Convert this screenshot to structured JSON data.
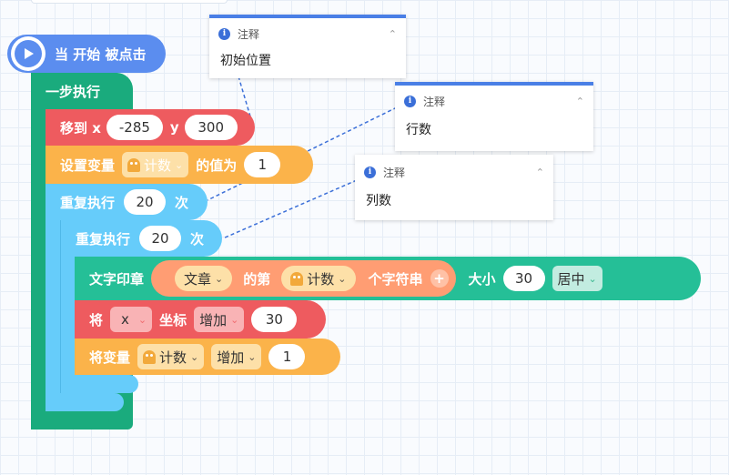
{
  "hat": {
    "label": "当 开始 被点击"
  },
  "step": {
    "label": "一步执行"
  },
  "moveto": {
    "label": "移到 x",
    "x_value": "-285",
    "y_label": "y",
    "y_value": "300"
  },
  "setvar": {
    "label": "设置变量",
    "var_name": "计数",
    "suffix": "的值为",
    "value": "1"
  },
  "repeat1": {
    "label": "重复执行",
    "count": "20",
    "suffix": "次"
  },
  "repeat2": {
    "label": "重复执行",
    "count": "20",
    "suffix": "次"
  },
  "stamp": {
    "label": "文字印章",
    "text_var": "文章",
    "of_label": "的第",
    "index_var": "计数",
    "char_label": "个字符串",
    "plus": "+",
    "size_label": "大小",
    "size_value": "30",
    "align_value": "居中"
  },
  "coord": {
    "label": "将",
    "axis": "x",
    "coord_label": "坐标",
    "op": "增加",
    "value": "30"
  },
  "changevar": {
    "label": "将变量",
    "var_name": "计数",
    "op": "增加",
    "value": "1"
  },
  "notes": [
    {
      "title": "注释",
      "text": "初始位置"
    },
    {
      "title": "注释",
      "text": "行数"
    },
    {
      "title": "注释",
      "text": "列数"
    }
  ],
  "colors": {
    "hat": "#5b8def",
    "step": "#1aab7d",
    "motion": "#ee5b5f",
    "variable": "#fbb34a",
    "control": "#66ccfa",
    "text": "#25bf97",
    "join": "#ff9d73",
    "note_accent": "#4a7fe6"
  }
}
